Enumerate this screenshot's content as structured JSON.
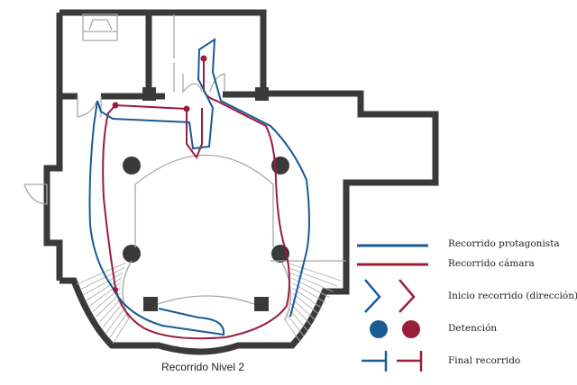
{
  "diagram": {
    "type": "floor-plan",
    "caption": "Recorrido Nivel 2",
    "colors": {
      "wall": "#3a3a3a",
      "light_line": "#a8a8a8",
      "protagonist": "#1a5a96",
      "camera": "#9a1d3c"
    }
  },
  "legend": {
    "items": [
      {
        "id": "protagonist-path",
        "label": "Recorrido protagonista",
        "symbol": "line",
        "colors": [
          "#1a5a96"
        ]
      },
      {
        "id": "camera-path",
        "label": "Recorrido cámara",
        "symbol": "line",
        "colors": [
          "#9a1d3c"
        ]
      },
      {
        "id": "start",
        "label": "Inicio recorrido (dirección)",
        "symbol": "chevron",
        "colors": [
          "#1a5a96",
          "#9a1d3c"
        ]
      },
      {
        "id": "stop",
        "label": "Detención",
        "symbol": "dot",
        "colors": [
          "#1a5a96",
          "#9a1d3c"
        ]
      },
      {
        "id": "end",
        "label": "Final recorrido",
        "symbol": "t-bar",
        "colors": [
          "#1a5a96",
          "#9a1d3c"
        ]
      }
    ]
  }
}
